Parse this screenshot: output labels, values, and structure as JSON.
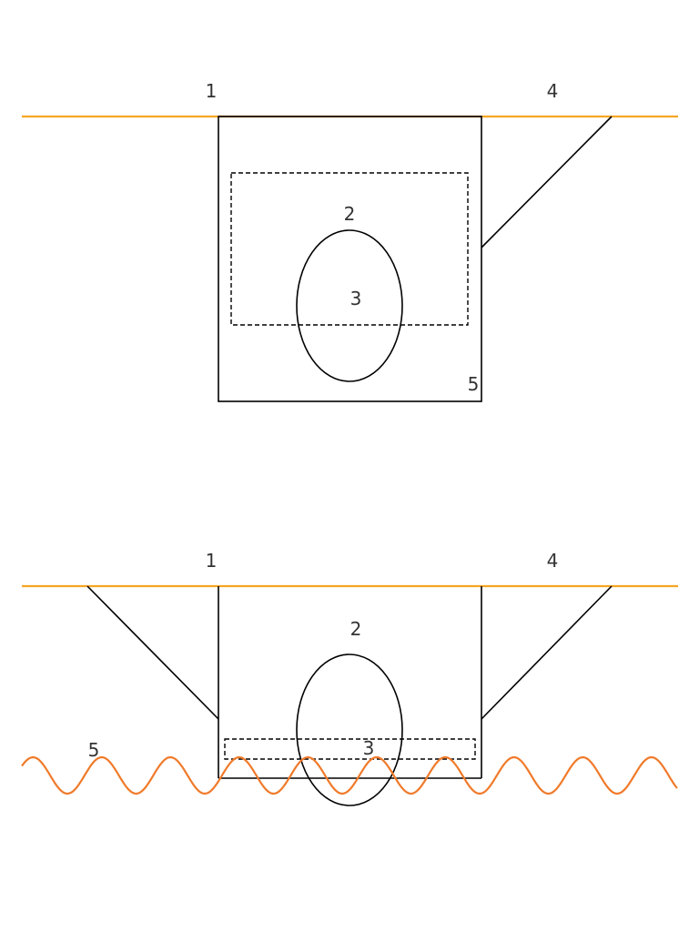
{
  "colors": {
    "baseline": "#f5a623",
    "wave": "#f07a2a",
    "line": "#000000",
    "label": "#333333"
  },
  "top_diagram": {
    "labels": {
      "l1": "1",
      "l2": "2",
      "l3": "3",
      "l4": "4",
      "l5": "5"
    }
  },
  "bottom_diagram": {
    "labels": {
      "l1": "1",
      "l2": "2",
      "l3": "3",
      "l4": "4",
      "l5": "5"
    }
  }
}
